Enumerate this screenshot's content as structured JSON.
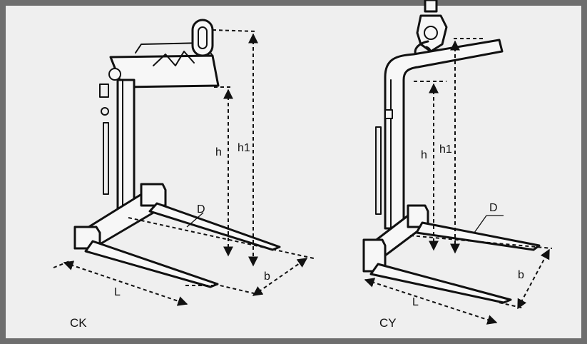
{
  "figures": [
    {
      "id": "ck",
      "caption": "CK",
      "labels": {
        "h": "h",
        "h1": "h1",
        "d": "D",
        "b": "b",
        "l": "L"
      }
    },
    {
      "id": "cy",
      "caption": "CY",
      "labels": {
        "h": "h",
        "h1": "h1",
        "d": "D",
        "b": "b",
        "l": "L"
      }
    }
  ]
}
